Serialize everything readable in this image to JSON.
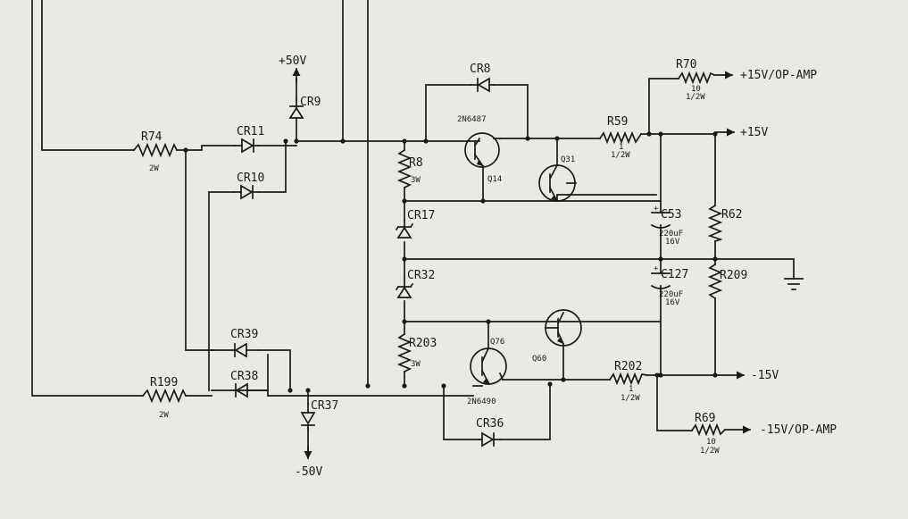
{
  "diagram": {
    "supply_labels": {
      "plus50": "+50V",
      "minus50": "-50V",
      "plus15_opamp": "+15V/OP-AMP",
      "plus15": "+15V",
      "minus15": "-15V",
      "minus15_opamp": "-15V/OP-AMP"
    },
    "components": {
      "r74": {
        "ref": "R74",
        "value": "2W"
      },
      "cr11": {
        "ref": "CR11"
      },
      "cr9": {
        "ref": "CR9"
      },
      "cr10": {
        "ref": "CR10"
      },
      "cr8": {
        "ref": "CR8"
      },
      "q14": {
        "ref": "Q14",
        "part": "2N6487"
      },
      "r8": {
        "ref": "R8",
        "value": "3W"
      },
      "q31": {
        "ref": "Q31"
      },
      "r59": {
        "ref": "R59",
        "value": "1",
        "rating": "1/2W"
      },
      "r70": {
        "ref": "R70",
        "value": "10",
        "rating": "1/2W"
      },
      "cr17": {
        "ref": "CR17"
      },
      "c53": {
        "ref": "C53",
        "value": "220uF",
        "rating": "16V"
      },
      "r62": {
        "ref": "R62"
      },
      "cr32": {
        "ref": "CR32"
      },
      "c127": {
        "ref": "C127",
        "value": "220uF",
        "rating": "16V"
      },
      "r209": {
        "ref": "R209"
      },
      "cr39": {
        "ref": "CR39"
      },
      "r203": {
        "ref": "R203",
        "value": "3W"
      },
      "q76": {
        "ref": "Q76",
        "part": "2N6490"
      },
      "q60": {
        "ref": "Q60"
      },
      "r199": {
        "ref": "R199",
        "value": "2W"
      },
      "cr38": {
        "ref": "CR38"
      },
      "cr37": {
        "ref": "CR37"
      },
      "r202": {
        "ref": "R202",
        "value": "1",
        "rating": "1/2W"
      },
      "cr36": {
        "ref": "CR36"
      },
      "r69": {
        "ref": "R69",
        "value": "10",
        "rating": "1/2W"
      }
    },
    "colors": {
      "ink": "#1a1a1a",
      "paper": "#ebe9e4"
    }
  }
}
